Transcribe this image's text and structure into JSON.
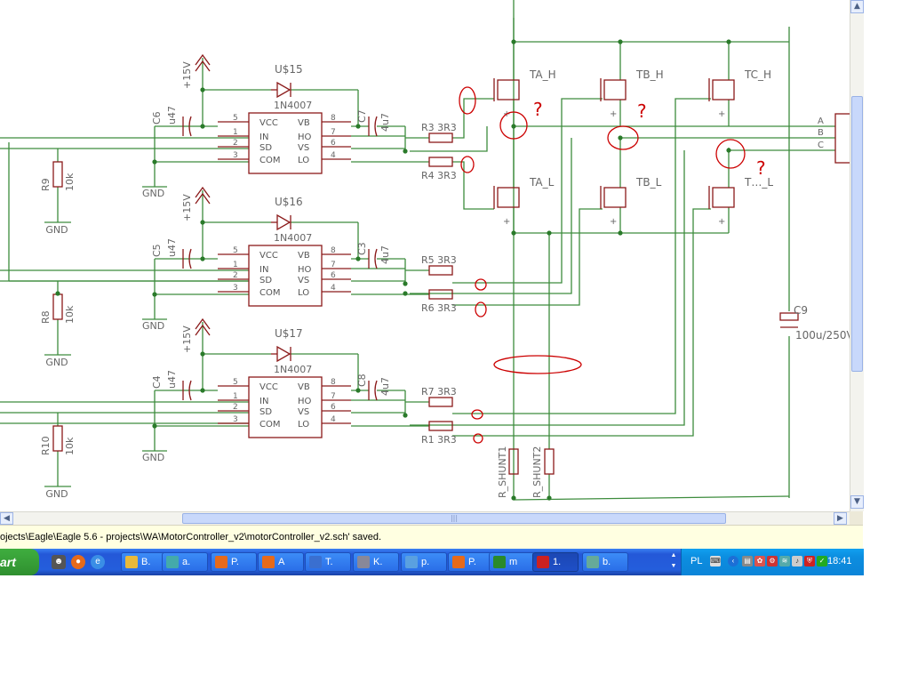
{
  "schematic": {
    "drivers": [
      {
        "name": "U$15",
        "diode": "1N4007",
        "boot_cap": "C7",
        "boot_val": "4u7",
        "vcc_cap": "C6",
        "vcc_val": "u47",
        "rail": "+15V",
        "r_pd": "R9",
        "r_pd_val": "10k",
        "r_hi": "R3",
        "r_hi_val": "3R3",
        "r_lo": "R4",
        "r_lo_val": "3R3"
      },
      {
        "name": "U$16",
        "diode": "1N4007",
        "boot_cap": "C3",
        "boot_val": "4u7",
        "vcc_cap": "C5",
        "vcc_val": "u47",
        "rail": "+15V",
        "r_pd": "R8",
        "r_pd_val": "10k",
        "r_hi": "R5",
        "r_hi_val": "3R3",
        "r_lo": "R6",
        "r_lo_val": "3R3"
      },
      {
        "name": "U$17",
        "diode": "1N4007",
        "boot_cap": "C8",
        "boot_val": "4u7",
        "vcc_cap": "C4",
        "vcc_val": "u47",
        "rail": "+15V",
        "r_pd": "R10",
        "r_pd_val": "10k",
        "r_hi": "R7",
        "r_hi_val": "3R3",
        "r_lo": "R1",
        "r_lo_val": "3R3"
      }
    ],
    "pins_left": [
      "VCC",
      "IN",
      "SD",
      "COM"
    ],
    "pins_left_num": [
      "5",
      "1",
      "2",
      "3"
    ],
    "pins_right": [
      "VB",
      "HO",
      "VS",
      "LO"
    ],
    "pins_right_num": [
      "8",
      "7",
      "6",
      "4"
    ],
    "gnd": "GND",
    "mosfets_high": [
      "TA_H",
      "TB_H",
      "TC_H"
    ],
    "mosfets_low": [
      "TA_L",
      "TB_L",
      "T…_L"
    ],
    "outputs": [
      "A",
      "B",
      "C"
    ],
    "bulk_cap": "C9",
    "bulk_cap_val": "100u/250V",
    "shunts": [
      "R_SHUNT1",
      "R_SHUNT2"
    ],
    "question_mark": "?",
    "colors": {
      "wire": "#3d8c3d",
      "part": "#8b1a1a",
      "annotation": "#cc0000",
      "text": "#666666",
      "junction": "#2a7a2a"
    }
  },
  "statusbar": {
    "text": "ojects\\Eagle\\Eagle 5.6 - projects\\WA\\MotorController_v2\\motorController_v2.sch' saved."
  },
  "taskbar": {
    "start_label": "art",
    "tasks": [
      {
        "label": "B.",
        "icon": "folder-icon"
      },
      {
        "label": "a.",
        "icon": "paint-icon"
      },
      {
        "label": "P.",
        "icon": "firefox-icon"
      },
      {
        "label": "A",
        "icon": "firefox-icon"
      },
      {
        "label": "T.",
        "icon": "floppy-icon"
      },
      {
        "label": "K.",
        "icon": "calculator-icon"
      },
      {
        "label": "p.",
        "icon": "magnifier-icon"
      },
      {
        "label": "P.",
        "icon": "firefox-icon"
      },
      {
        "label": "m",
        "icon": "terminal-icon"
      },
      {
        "label": "1.",
        "icon": "eagle-icon",
        "active": true
      },
      {
        "label": "b.",
        "icon": "recycle-icon"
      }
    ],
    "tray": {
      "language": "PL",
      "time": "18:41"
    }
  }
}
